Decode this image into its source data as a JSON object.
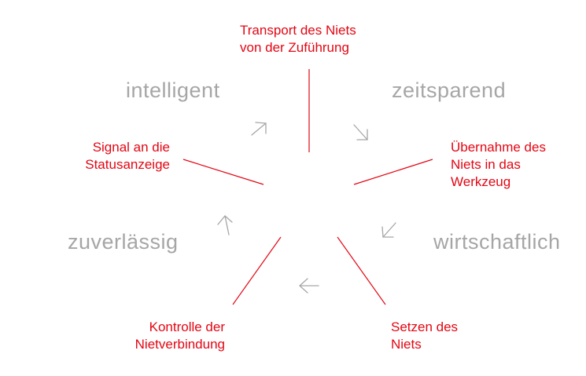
{
  "steps": {
    "transport": {
      "line1": "Transport des Niets",
      "line2": "von der Zuführung"
    },
    "uebernahme": {
      "line1": "Übernahme des",
      "line2": "Niets in das",
      "line3": "Werkzeug"
    },
    "setzen": {
      "line1": "Setzen des",
      "line2": "Niets"
    },
    "kontrolle": {
      "line1": "Kontrolle der",
      "line2": "Nietverbindung"
    },
    "signal": {
      "line1": "Signal an die",
      "line2": "Statusanzeige"
    }
  },
  "attributes": {
    "intelligent": "intelligent",
    "zeitsparend": "zeitsparend",
    "wirtschaftlich": "wirtschaftlich",
    "zuverlaessig": "zuverlässig"
  },
  "colors": {
    "step_text": "#e30613",
    "spoke_line": "#e30613",
    "attribute_text": "#a6a6a6",
    "arrow": "#a6a6a6"
  },
  "icons": [
    "arrow-icon"
  ]
}
